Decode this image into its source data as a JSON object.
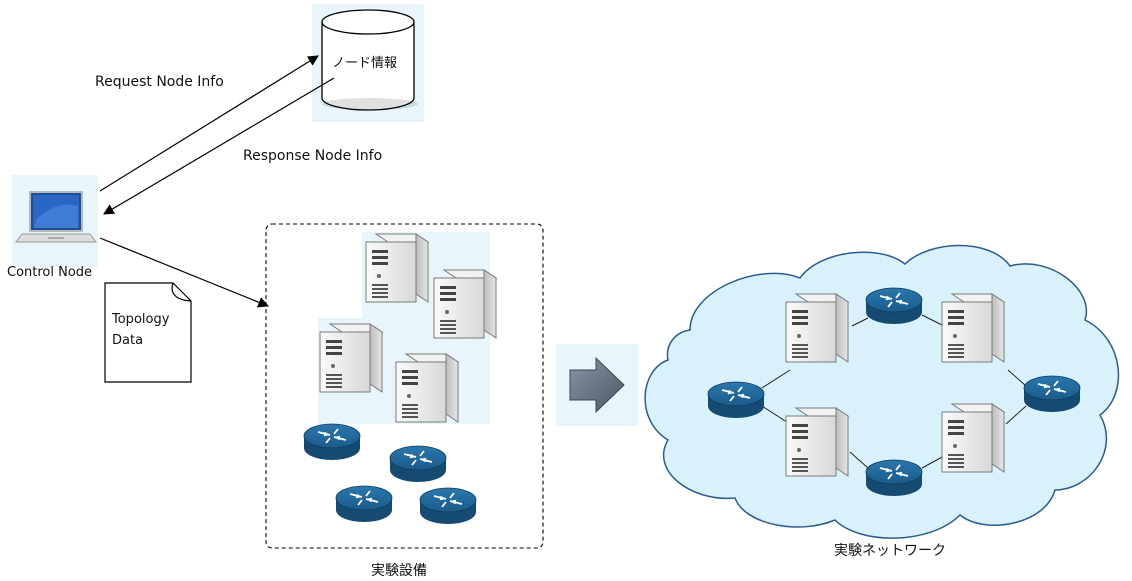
{
  "labels": {
    "request": "Request Node Info",
    "response": "Response Node Info",
    "control_node": "Control Node",
    "topology_line1": "Topology",
    "topology_line2": "Data",
    "db_label": "ノード情報",
    "equipment": "実験設備",
    "network": "実験ネットワーク"
  },
  "icons": {
    "database": "database-cylinder-icon",
    "laptop": "laptop-icon",
    "document": "document-icon",
    "server": "server-tower-icon",
    "router": "router-icon",
    "arrow": "right-arrow-icon",
    "cloud": "cloud-icon"
  },
  "colors": {
    "cloud_fill": "#d9f1fb",
    "cloud_stroke": "#2a5d8f",
    "router": "#1a5b8a",
    "server": "#e8e8e8",
    "arrow": "#6a7585"
  }
}
